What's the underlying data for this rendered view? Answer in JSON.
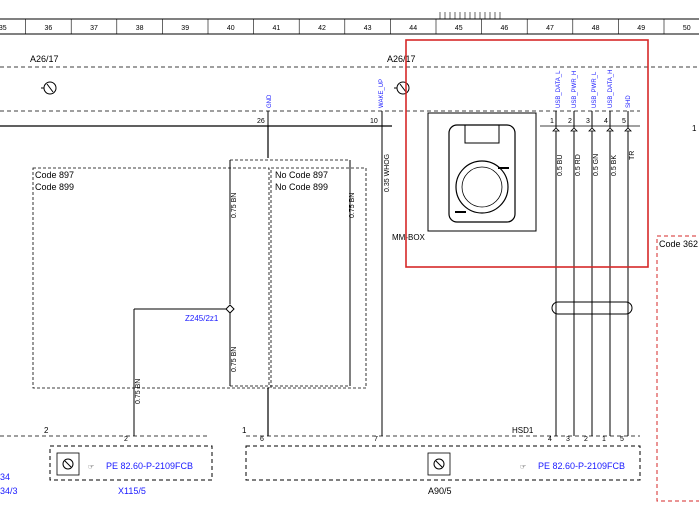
{
  "ruler": {
    "numbers": [
      "35",
      "36",
      "37",
      "38",
      "39",
      "40",
      "41",
      "42",
      "43",
      "44",
      "45",
      "46",
      "47",
      "48",
      "49",
      "50"
    ]
  },
  "colors": {
    "line": "#000000",
    "blue_text": "#1a1aff",
    "highlight": "#d62828",
    "wire_fill": "#ffffff"
  },
  "components": {
    "left_connector": "A26/17",
    "right_connector": "A26/17",
    "mm_box": "MM-BOX",
    "x115": "X115/5",
    "a90": "A90/5",
    "z245": "Z245/2z1",
    "hsd": "HSD1"
  },
  "signals": {
    "gnd": "GND",
    "wake_up": "WAKE_UP",
    "usb_data_l": "USB_DATA_L",
    "usb_pwr_h": "USB_PWR_H",
    "usb_pwr_l": "USB_PWR_L",
    "usb_data_h": "USB_DATA_H",
    "shd": "SHD"
  },
  "pins": {
    "p26": "26",
    "p10": "10",
    "usb": [
      "1",
      "2",
      "3",
      "4",
      "5"
    ],
    "x115_2": "2",
    "x115_2b": "2",
    "a90_1": "1",
    "a90_6": "6",
    "a90_7": "7",
    "hsd": [
      "4",
      "3",
      "2",
      "1",
      "5"
    ],
    "right_1": "1"
  },
  "wires": {
    "w1": "0.75 BN",
    "w2": "0.75 BN",
    "w3": "0.75 BN",
    "w4": "0.75 BN",
    "whog": "0.35 WHOG",
    "bu": "0.5 BU",
    "rd": "0.5 RD",
    "gn": "0.5 GN",
    "bk": "0.5 BK",
    "tr": "TR"
  },
  "codes": {
    "code897": "Code 897",
    "code899": "Code 899",
    "nocode897": "No Code 897",
    "nocode899": "No Code 899",
    "code36x": "Code 362"
  },
  "refs": {
    "pe_left": "PE 82.60-P-2109FCB",
    "pe_right": "PE 82.60-P-2109FCB"
  },
  "edge_labels": {
    "a": "34",
    "b": "34/3"
  }
}
